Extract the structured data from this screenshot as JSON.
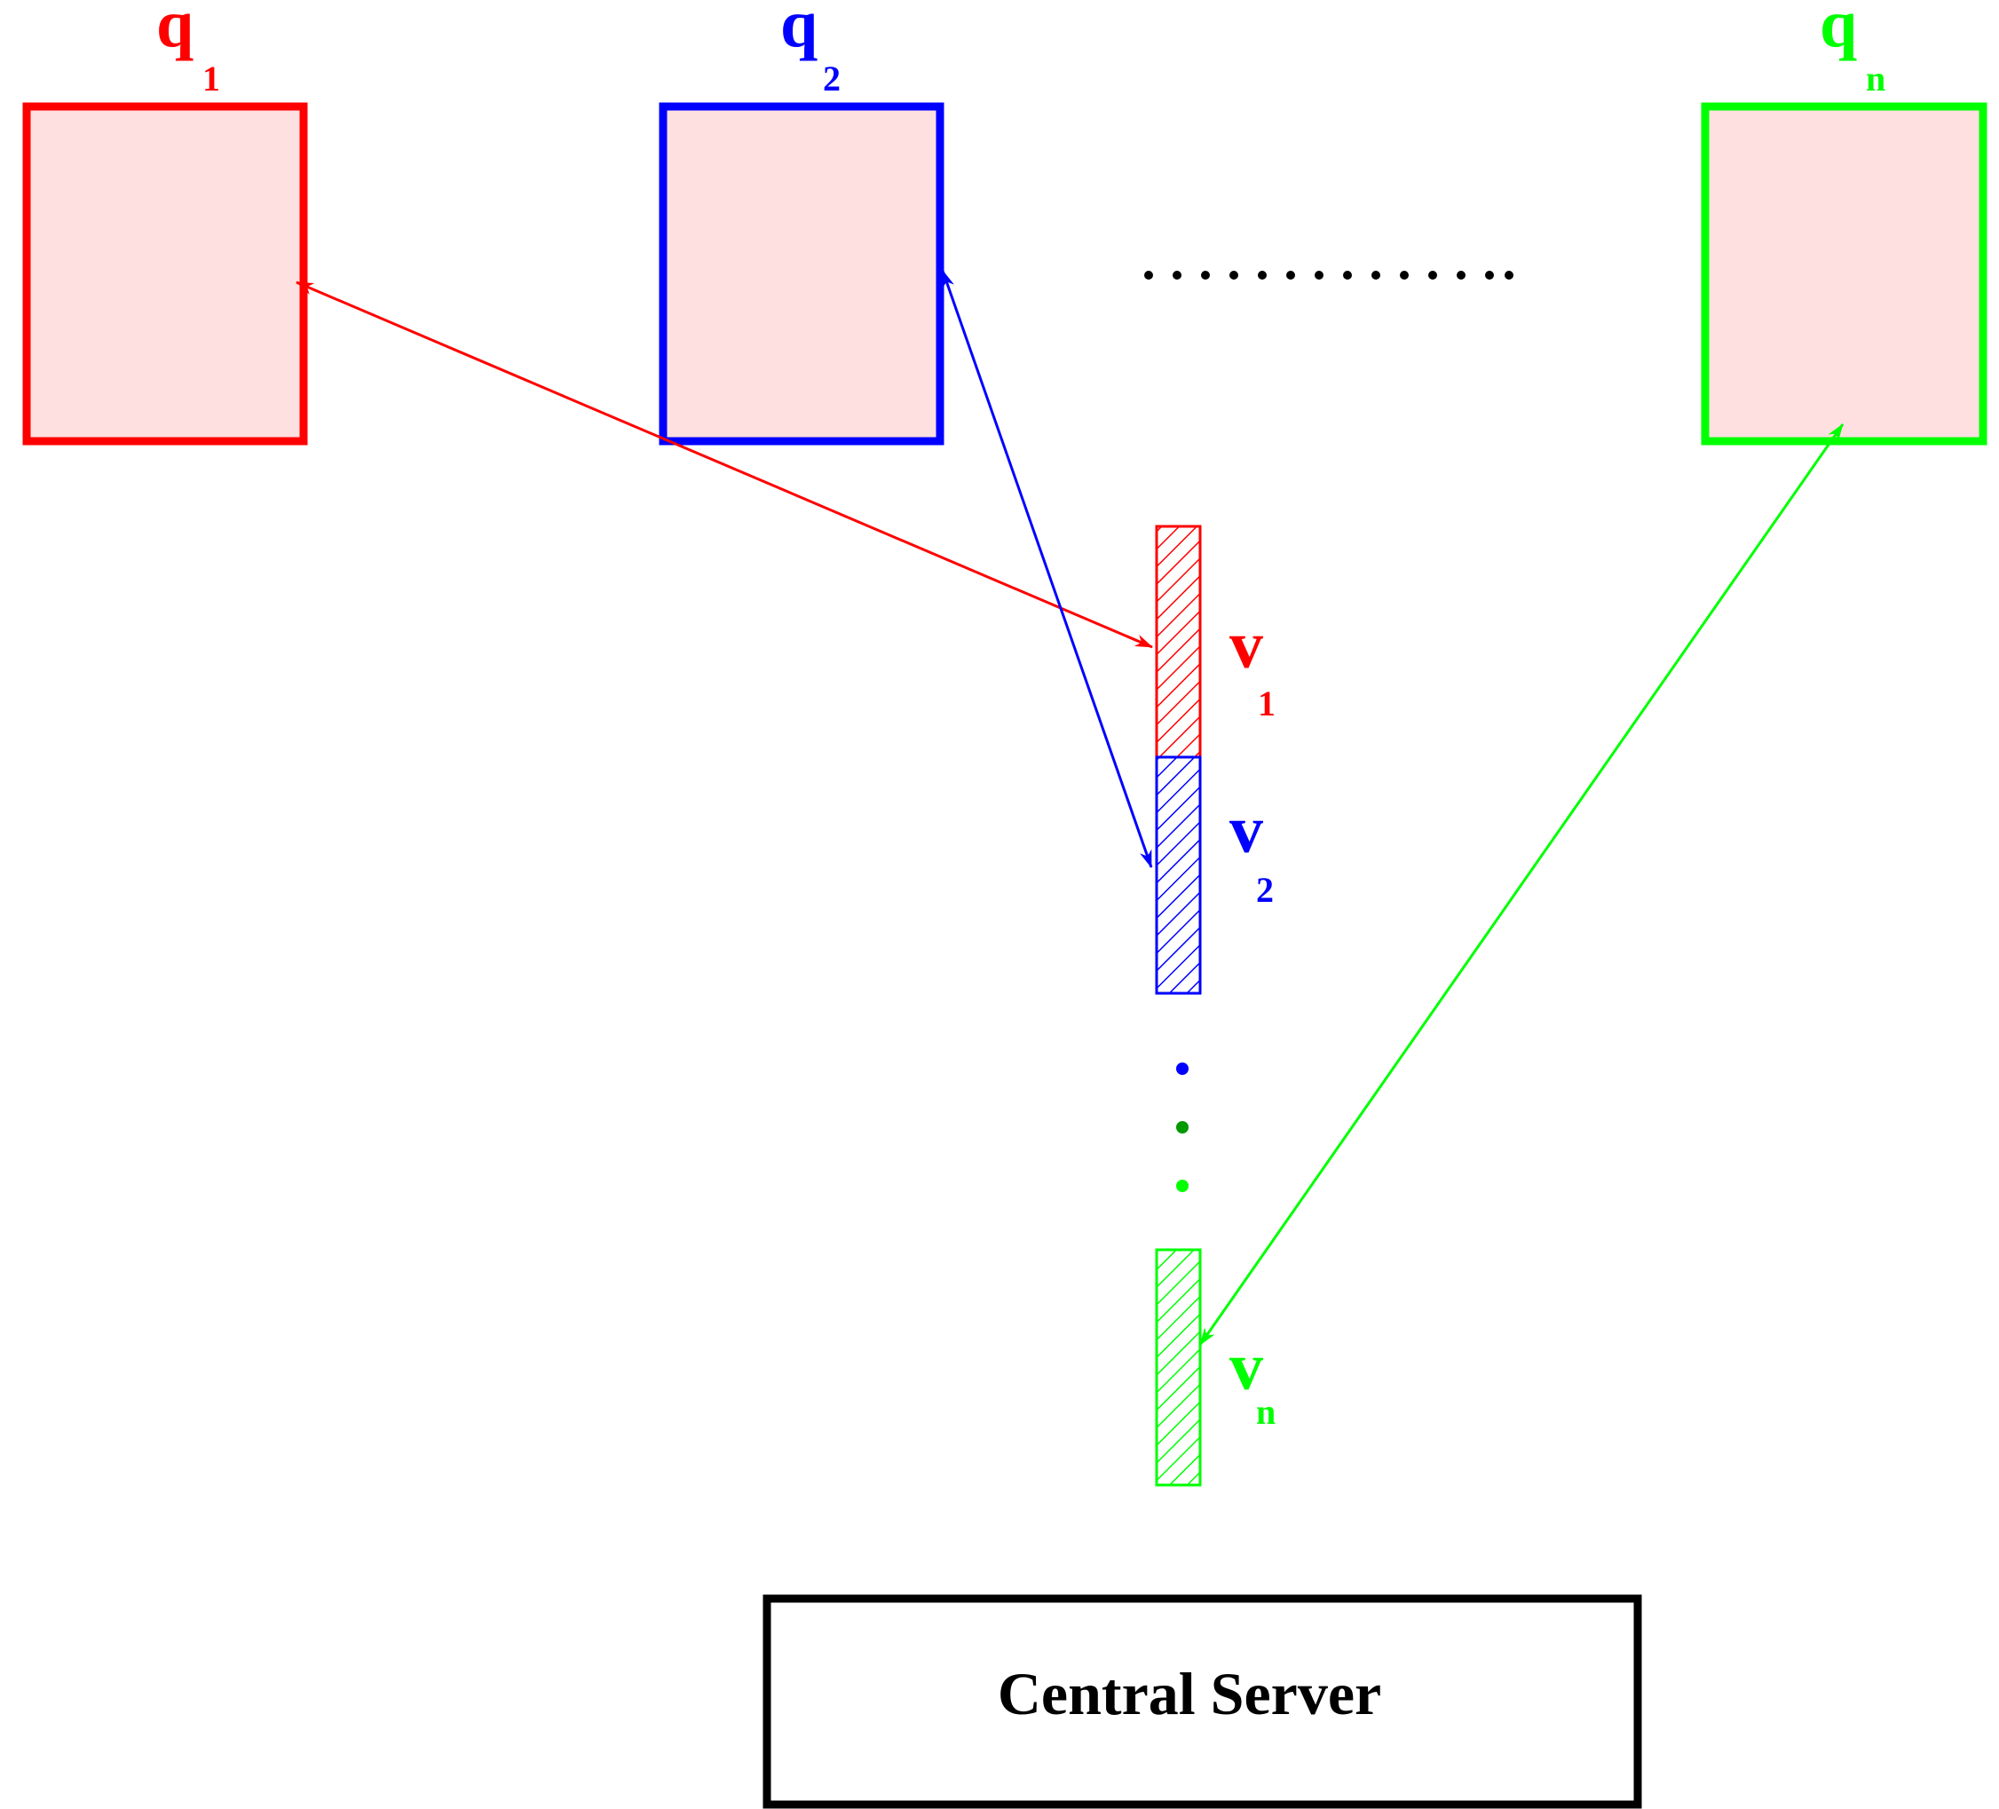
{
  "colors": {
    "red": "#ff0000",
    "blue": "#0000ff",
    "green": "#00ff00",
    "dark_green": "#009900",
    "black": "#000000",
    "box_fill": "#ffe0e0",
    "hatch_bg": "#ffffff"
  },
  "clients": [
    {
      "letter": "q",
      "index": "1",
      "color": "#ff0000"
    },
    {
      "letter": "q",
      "index": "2",
      "color": "#0000ff"
    },
    {
      "letter": "q",
      "index": "n",
      "color": "#00ff00"
    }
  ],
  "segments": [
    {
      "letter": "v",
      "index": "1",
      "color": "#ff0000"
    },
    {
      "letter": "v",
      "index": "2",
      "color": "#0000ff"
    },
    {
      "letter": "v",
      "index": "n",
      "color": "#00ff00"
    }
  ],
  "ellipsis_dot_colors": [
    "#0000ff",
    "#009900",
    "#00ff00"
  ],
  "server": {
    "label": "Central Server"
  }
}
